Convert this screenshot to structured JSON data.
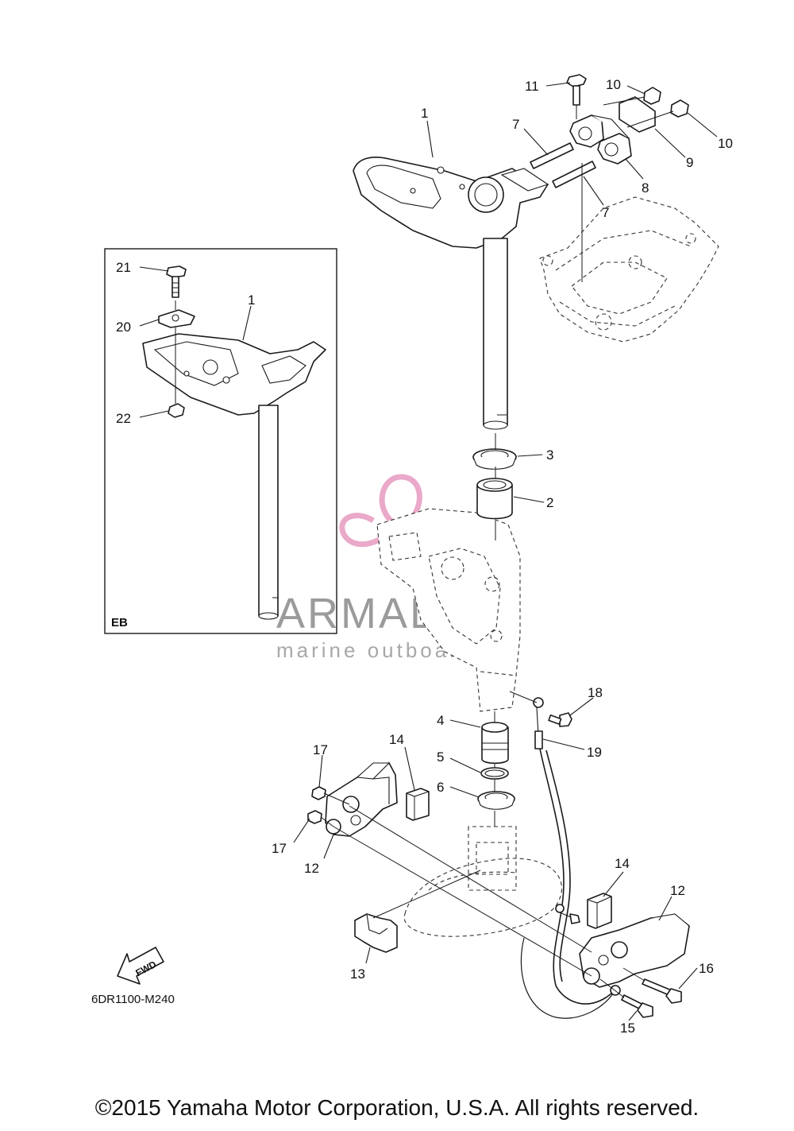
{
  "callouts": [
    {
      "id": "1a",
      "text": "1"
    },
    {
      "id": "1b",
      "text": "1"
    },
    {
      "id": "2",
      "text": "2"
    },
    {
      "id": "3",
      "text": "3"
    },
    {
      "id": "4",
      "text": "4"
    },
    {
      "id": "5",
      "text": "5"
    },
    {
      "id": "6",
      "text": "6"
    },
    {
      "id": "7a",
      "text": "7"
    },
    {
      "id": "7b",
      "text": "7"
    },
    {
      "id": "8",
      "text": "8"
    },
    {
      "id": "9",
      "text": "9"
    },
    {
      "id": "10a",
      "text": "10"
    },
    {
      "id": "10b",
      "text": "10"
    },
    {
      "id": "11",
      "text": "11"
    },
    {
      "id": "12a",
      "text": "12"
    },
    {
      "id": "12b",
      "text": "12"
    },
    {
      "id": "13",
      "text": "13"
    },
    {
      "id": "14a",
      "text": "14"
    },
    {
      "id": "14b",
      "text": "14"
    },
    {
      "id": "15",
      "text": "15"
    },
    {
      "id": "16",
      "text": "16"
    },
    {
      "id": "17a",
      "text": "17"
    },
    {
      "id": "17b",
      "text": "17"
    },
    {
      "id": "18",
      "text": "18"
    },
    {
      "id": "19",
      "text": "19"
    },
    {
      "id": "20",
      "text": "20"
    },
    {
      "id": "21",
      "text": "21"
    },
    {
      "id": "22",
      "text": "22"
    }
  ],
  "inset_label": "EB",
  "fwd_label": "FWD",
  "diagram_code": "6DR1100-M240",
  "watermark": {
    "brand": "ARMADA",
    "tagline": "marine outboards",
    "logo_color": "#e8a0c4"
  },
  "copyright": "©2015 Yamaha Motor Corporation, U.S.A. All rights reserved."
}
